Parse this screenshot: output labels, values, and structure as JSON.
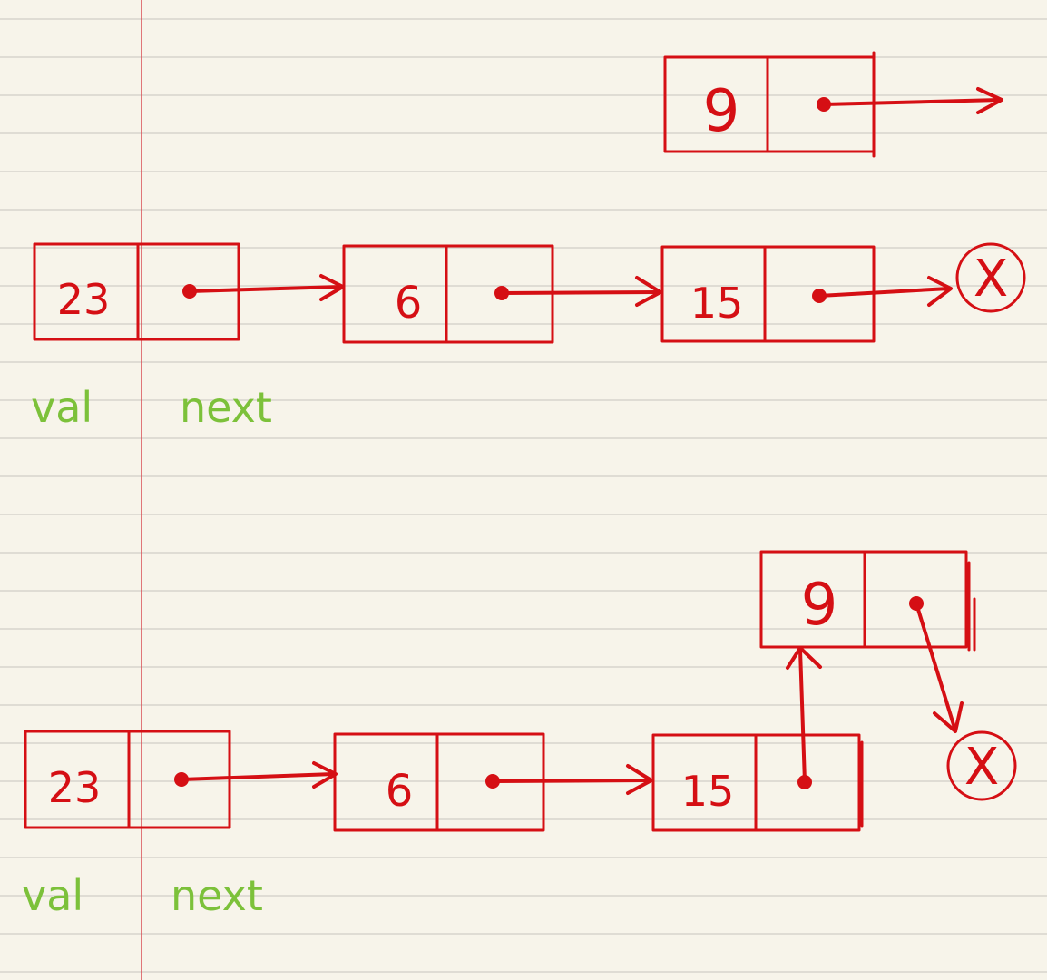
{
  "paper": {
    "background": "#f7f4ea",
    "rule_color": "#d7d4cc",
    "margin_color": "#d94d52"
  },
  "colors": {
    "ink": "#d50f14",
    "label": "#7cc13a"
  },
  "top_diagram": {
    "new_node_value": "9",
    "node_values": [
      "23",
      "6",
      "15"
    ],
    "val_label": "val",
    "next_label": "next",
    "null_symbol": "X"
  },
  "bottom_diagram": {
    "node_values": [
      "23",
      "6",
      "15"
    ],
    "inserted_node_value": "9",
    "val_label": "val",
    "next_label": "next",
    "null_symbol": "X"
  }
}
